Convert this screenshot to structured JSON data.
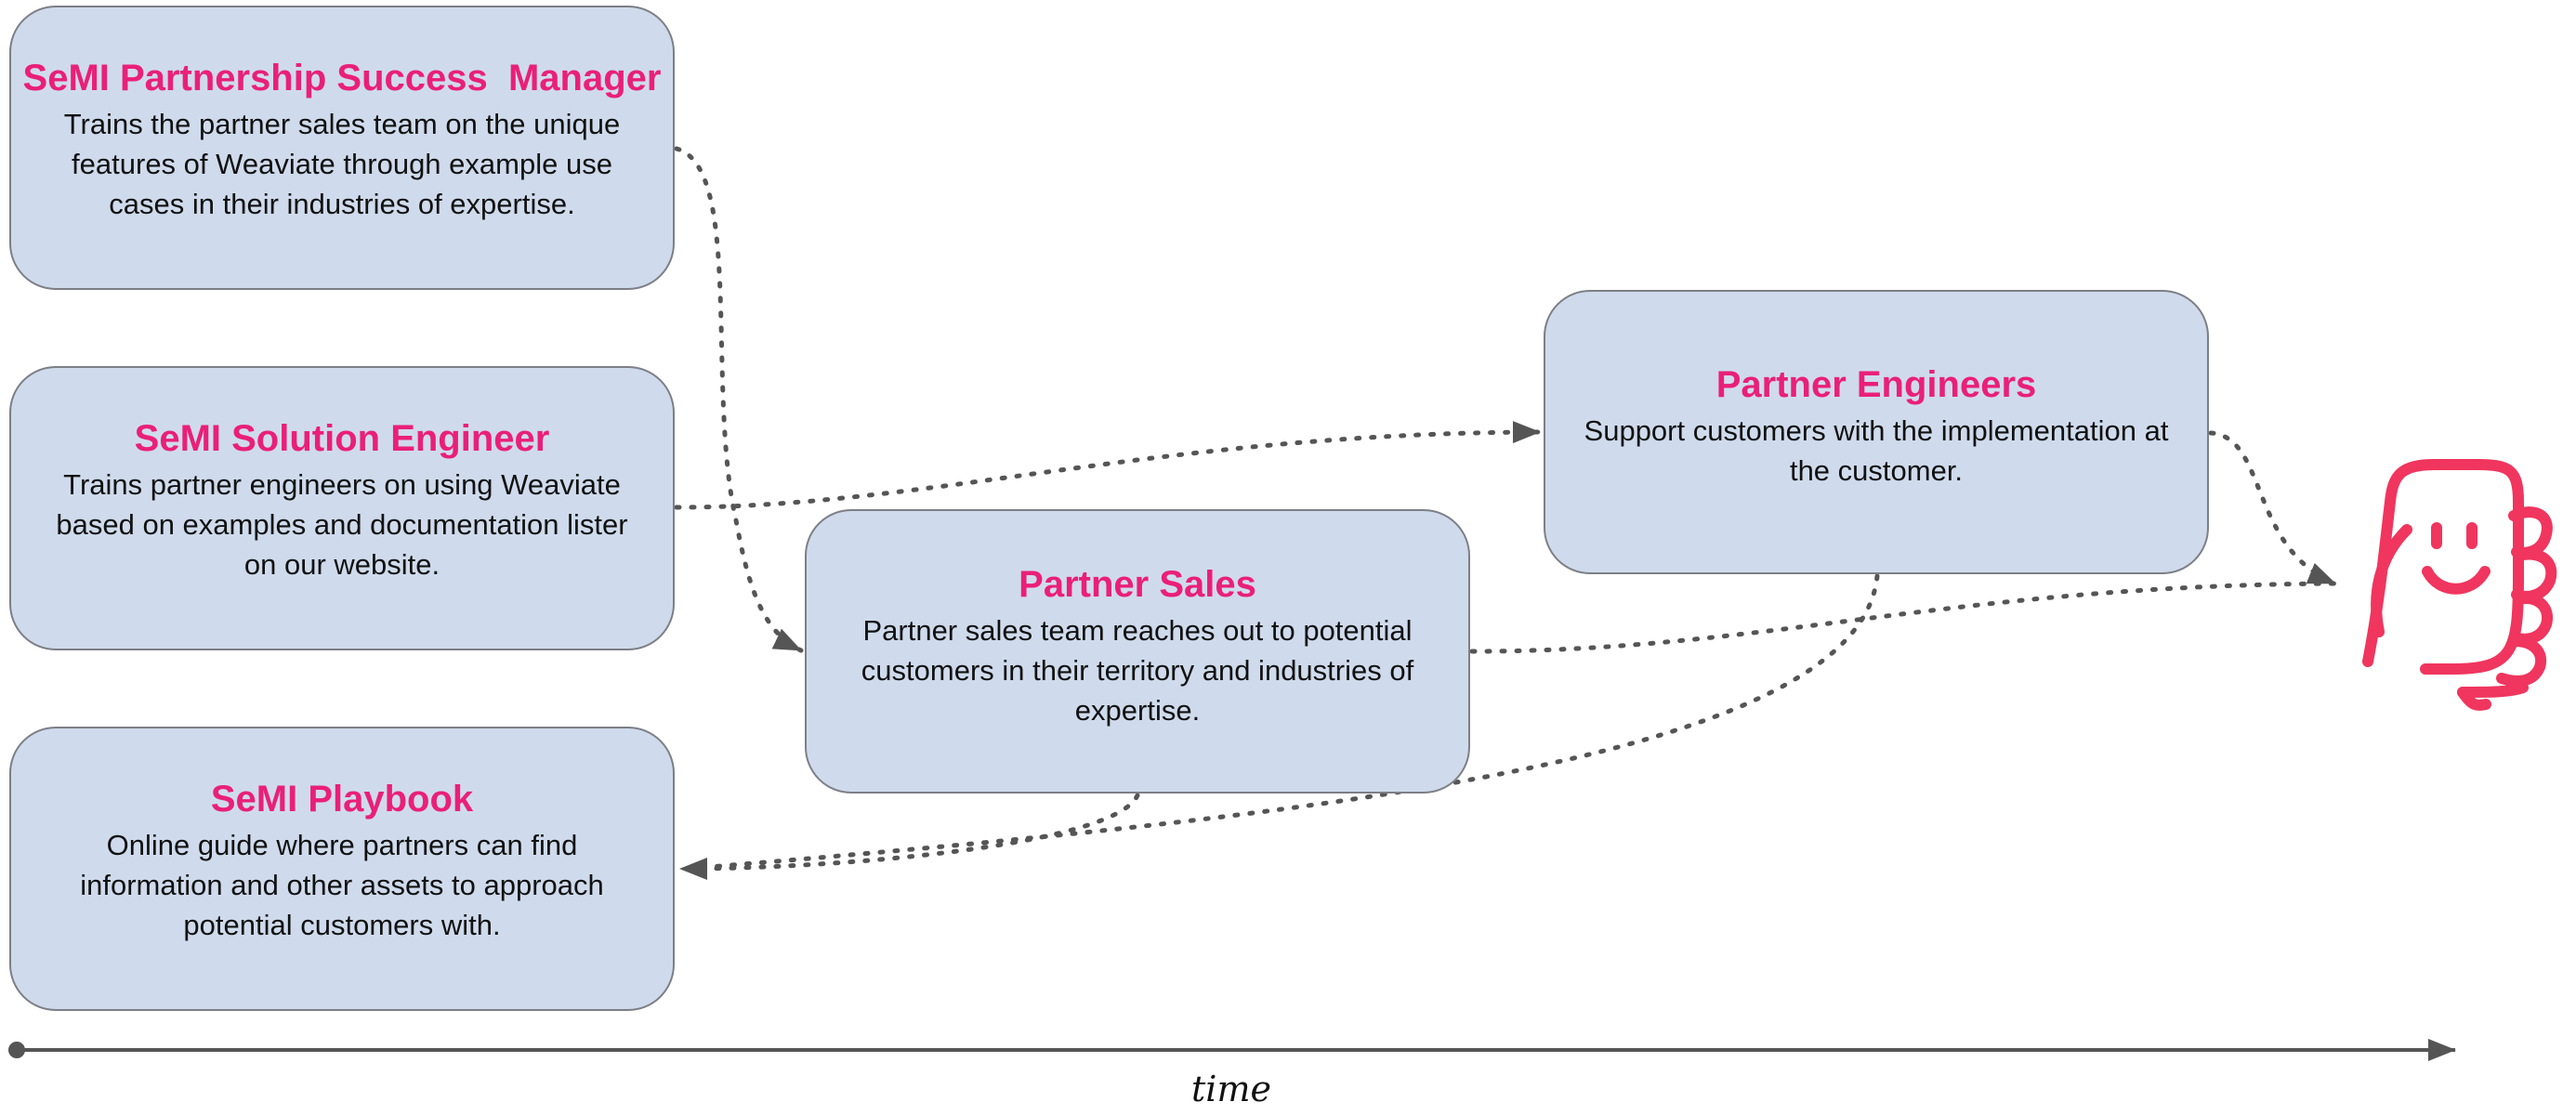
{
  "boxes": {
    "partnership_success_manager": {
      "title": "SeMI Partnership Success  Manager",
      "description": "Trains the partner sales team on the unique features of Weaviate through example use cases in their industries of expertise."
    },
    "solution_engineer": {
      "title": "SeMI Solution Engineer",
      "description": "Trains partner engineers on using Weaviate based on examples and documentation lister on our website."
    },
    "playbook": {
      "title": "SeMI Playbook",
      "description": "Online guide where partners can find information and other assets to approach potential customers with."
    },
    "partner_sales": {
      "title": "Partner Sales",
      "description": "Partner sales team reaches out to potential customers in their territory and industries of expertise."
    },
    "partner_engineers": {
      "title": "Partner Engineers",
      "description": "Support customers with the implementation at the customer."
    }
  },
  "timeline": {
    "label": "time"
  },
  "icons": {
    "customer": "customer-phone-icon"
  },
  "colors": {
    "box_fill": "#cfdbec",
    "box_border": "#7d7f86",
    "title": "#ea1f79",
    "icon": "#f0355e",
    "connector": "#555555"
  }
}
